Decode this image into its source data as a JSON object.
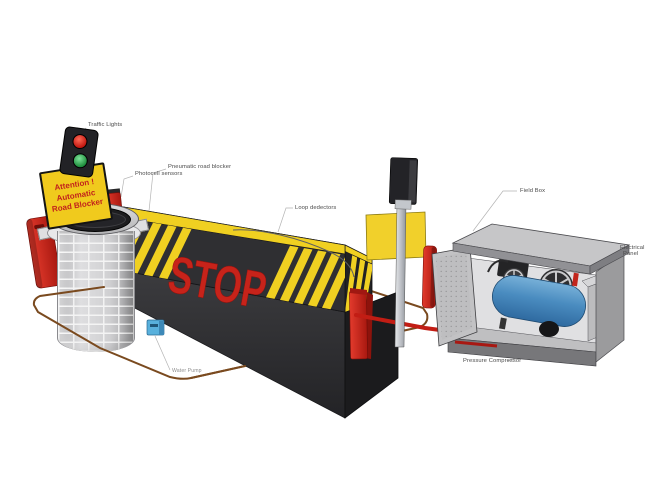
{
  "diagram": {
    "labels": {
      "traffic_lights": "Traffic Lights",
      "photocell_sensors": "Photocell sensors",
      "pneumatic_road_blocker": "Pneumatic road blocker",
      "loop_detectors": "Loop dedectors",
      "field_box": "Field Box",
      "electrical_panel_line1": "Electrical",
      "electrical_panel_line2": "Panel",
      "pressure_compressor": "Pressure Compressor",
      "water_pump": "Water Pump"
    },
    "warning_sign": {
      "line1": "Attention !",
      "line2": "Automatic",
      "line3": "Road Blocker"
    },
    "blocker": {
      "stop_text": "STOP"
    },
    "colors": {
      "hazard_yellow": "#f0d021",
      "stop_red": "#c7231a",
      "bollard_red": "#ce261c",
      "blocker_dark": "#323235",
      "compressor_blue": "#4a8cc0",
      "wire_brown": "#7a4a1f",
      "cabinet_gray": "#c6c6c8"
    }
  }
}
